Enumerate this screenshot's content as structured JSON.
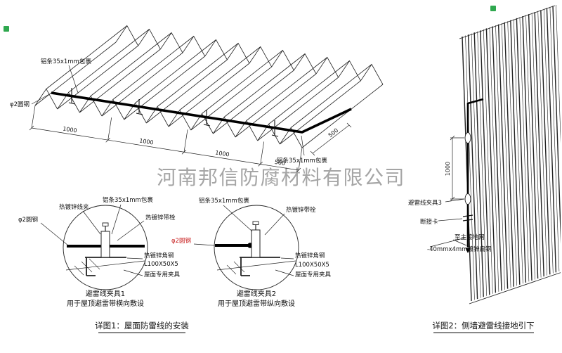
{
  "watermark": "河南邦信防腐材料有限公司",
  "roof": {
    "label_strip_top": "铝条35x1mm包裹",
    "label_rod": "φ2圆钢",
    "label_strip_right": "铝条35x1mm包裹",
    "dims": {
      "d1": "1000",
      "d2": "1000",
      "d3": "1000",
      "d4": "500",
      "side": "500"
    }
  },
  "detail1": {
    "caption": "详图1：屋面防雷线的安装",
    "clamp1": {
      "label_clip": "热镀锌线夹",
      "label_strip": "铝条35x1mm包裹",
      "label_bolt": "热镀锌带栓",
      "label_rod": "φ2圆钢",
      "label_angle": "热镀锌角钢",
      "label_angle_spec": "L100X50X5",
      "label_roof_clamp": "屋面专用夹具",
      "title": "避雷线夹具1",
      "subtitle": "用于屋顶避雷带横向敷设"
    },
    "clamp2": {
      "label_strip": "铝条35x1mm包裹",
      "label_bolt": "热镀锌带栓",
      "label_rod": "φ2圆钢",
      "label_angle": "热镀锌角钢",
      "label_angle_spec": "L100X50X5",
      "label_roof_clamp": "屋面专用夹具",
      "title": "避雷线夹具2",
      "subtitle": "用于屋顶避雷带纵向敷设"
    }
  },
  "detail2": {
    "caption": "详图2：侧墙避雷线接地引下",
    "dim_height": "1000",
    "label_clamp3": "避雷线夹具3",
    "label_disconnect": "断接卡",
    "label_to_grid": "至主接地网",
    "label_flat_steel": "-40mmx4mm镀锌扁钢"
  }
}
